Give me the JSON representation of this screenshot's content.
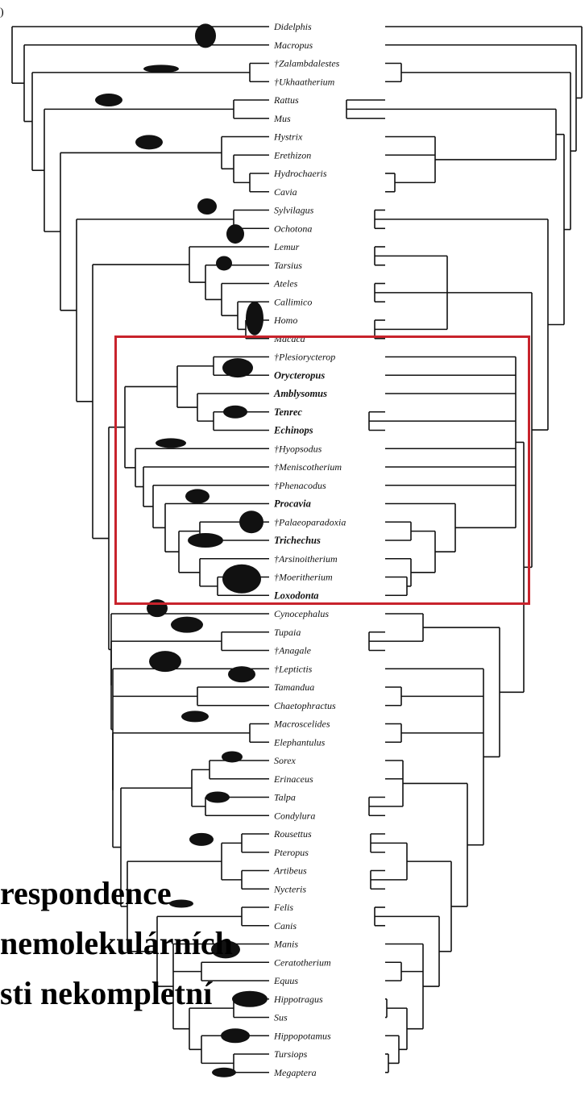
{
  "panel_label": ")",
  "taxa": [
    {
      "name": "Didelphis",
      "bold": false
    },
    {
      "name": "Macropus",
      "bold": false
    },
    {
      "name": "†Zalambdalestes",
      "bold": false
    },
    {
      "name": "†Ukhaatherium",
      "bold": false
    },
    {
      "name": "Rattus",
      "bold": false
    },
    {
      "name": "Mus",
      "bold": false
    },
    {
      "name": "Hystrix",
      "bold": false
    },
    {
      "name": "Erethizon",
      "bold": false
    },
    {
      "name": "Hydrochaeris",
      "bold": false
    },
    {
      "name": "Cavia",
      "bold": false
    },
    {
      "name": "Sylvilagus",
      "bold": false
    },
    {
      "name": "Ochotona",
      "bold": false
    },
    {
      "name": "Lemur",
      "bold": false
    },
    {
      "name": "Tarsius",
      "bold": false
    },
    {
      "name": "Ateles",
      "bold": false
    },
    {
      "name": "Callimico",
      "bold": false
    },
    {
      "name": "Homo",
      "bold": false
    },
    {
      "name": "Macaca",
      "bold": false
    },
    {
      "name": "†Plesiorycterop",
      "bold": false
    },
    {
      "name": "Orycteropus",
      "bold": true
    },
    {
      "name": "Amblysomus",
      "bold": true
    },
    {
      "name": "Tenrec",
      "bold": true
    },
    {
      "name": "Echinops",
      "bold": true
    },
    {
      "name": "†Hyopsodus",
      "bold": false
    },
    {
      "name": "†Meniscotherium",
      "bold": false
    },
    {
      "name": "†Phenacodus",
      "bold": false
    },
    {
      "name": "Procavia",
      "bold": true
    },
    {
      "name": "†Palaeoparadoxia",
      "bold": false
    },
    {
      "name": "Trichechus",
      "bold": true
    },
    {
      "name": "†Arsinoitherium",
      "bold": false
    },
    {
      "name": "†Moeritherium",
      "bold": false
    },
    {
      "name": "Loxodonta",
      "bold": true
    },
    {
      "name": "Cynocephalus",
      "bold": false
    },
    {
      "name": "Tupaia",
      "bold": false
    },
    {
      "name": "†Anagale",
      "bold": false
    },
    {
      "name": "†Leptictis",
      "bold": false
    },
    {
      "name": "Tamandua",
      "bold": false
    },
    {
      "name": "Chaetophractus",
      "bold": false
    },
    {
      "name": "Macroscelides",
      "bold": false
    },
    {
      "name": "Elephantulus",
      "bold": false
    },
    {
      "name": "Sorex",
      "bold": false
    },
    {
      "name": "Erinaceus",
      "bold": false
    },
    {
      "name": "Talpa",
      "bold": false
    },
    {
      "name": "Condylura",
      "bold": false
    },
    {
      "name": "Rousettus",
      "bold": false
    },
    {
      "name": "Pteropus",
      "bold": false
    },
    {
      "name": "Artibeus",
      "bold": false
    },
    {
      "name": "Nycteris",
      "bold": false
    },
    {
      "name": "Felis",
      "bold": false
    },
    {
      "name": "Canis",
      "bold": false
    },
    {
      "name": "Manis",
      "bold": false
    },
    {
      "name": "Ceratotherium",
      "bold": false
    },
    {
      "name": "Equus",
      "bold": false
    },
    {
      "name": "Hippotragus",
      "bold": false
    },
    {
      "name": "Sus",
      "bold": false
    },
    {
      "name": "Hippopotamus",
      "bold": false
    },
    {
      "name": "Tursiops",
      "bold": false
    },
    {
      "name": "Megaptera",
      "bold": false
    }
  ],
  "overlay_text": {
    "line1": "respondence",
    "line2": "nemolekulárních",
    "line3": "sti nekompletní"
  },
  "colors": {
    "highlight_box": "#c8232c",
    "lines": "#111111"
  }
}
